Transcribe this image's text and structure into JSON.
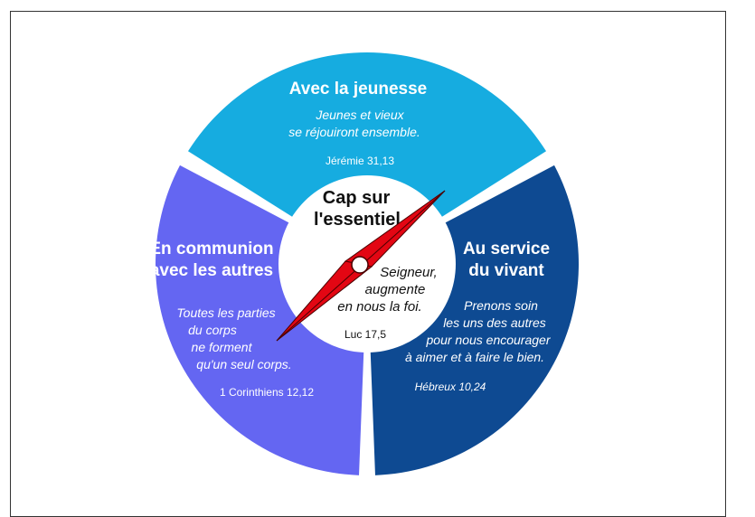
{
  "colors": {
    "top_segment": "#16ACE0",
    "left_segment": "#6466F2",
    "right_segment": "#0E4A92",
    "center": "#FFFFFF",
    "needle": "#E30613",
    "needle_outline": "#4A0000",
    "border": "#333333"
  },
  "segments": {
    "top": {
      "title": "Avec la jeunesse",
      "verse": [
        "Jeunes et vieux",
        "se réjouiront ensemble."
      ],
      "ref": "Jérémie 31,13"
    },
    "left": {
      "title": [
        "En communion",
        "avec les autres"
      ],
      "verse": [
        "Toutes les parties",
        "du corps",
        "ne forment",
        "qu'un seul corps."
      ],
      "ref": "1 Corinthiens 12,12"
    },
    "right": {
      "title": [
        "Au service",
        "du vivant"
      ],
      "verse": [
        "Prenons soin",
        "les uns des autres",
        "pour nous encourager",
        "à aimer et à faire le bien."
      ],
      "ref": "Hébreux 10,24"
    }
  },
  "center": {
    "title": [
      "Cap sur",
      "l'essentiel"
    ],
    "verse": [
      "Seigneur,",
      "augmente",
      "en nous la foi."
    ],
    "ref": "Luc 17,5"
  },
  "icons": {
    "needle": "compass-needle-icon"
  }
}
